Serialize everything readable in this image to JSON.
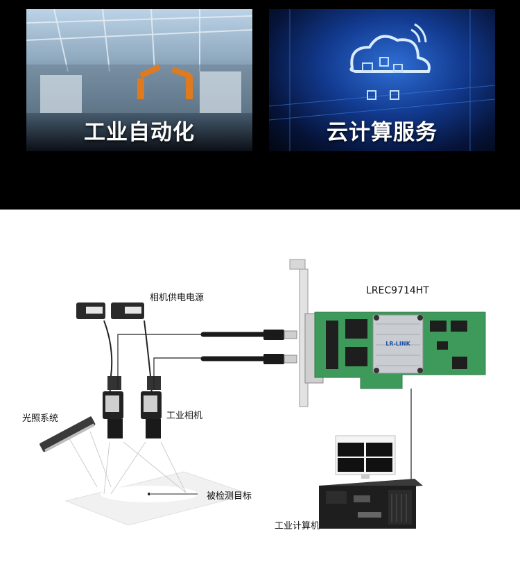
{
  "banner": {
    "left_title": "工业自动化",
    "right_title": "云计算服务"
  },
  "diagram": {
    "card_model": "LREC9714HT",
    "card_brand": "LR-LINK",
    "labels": {
      "camera_power": "相机供电电源",
      "lighting_system": "光照系统",
      "industrial_camera": "工业相机",
      "target": "被检测目标",
      "industrial_computer": "工业计算机"
    }
  },
  "colors": {
    "pcb_green": "#3e9a5a",
    "banner_bg": "#000000"
  }
}
